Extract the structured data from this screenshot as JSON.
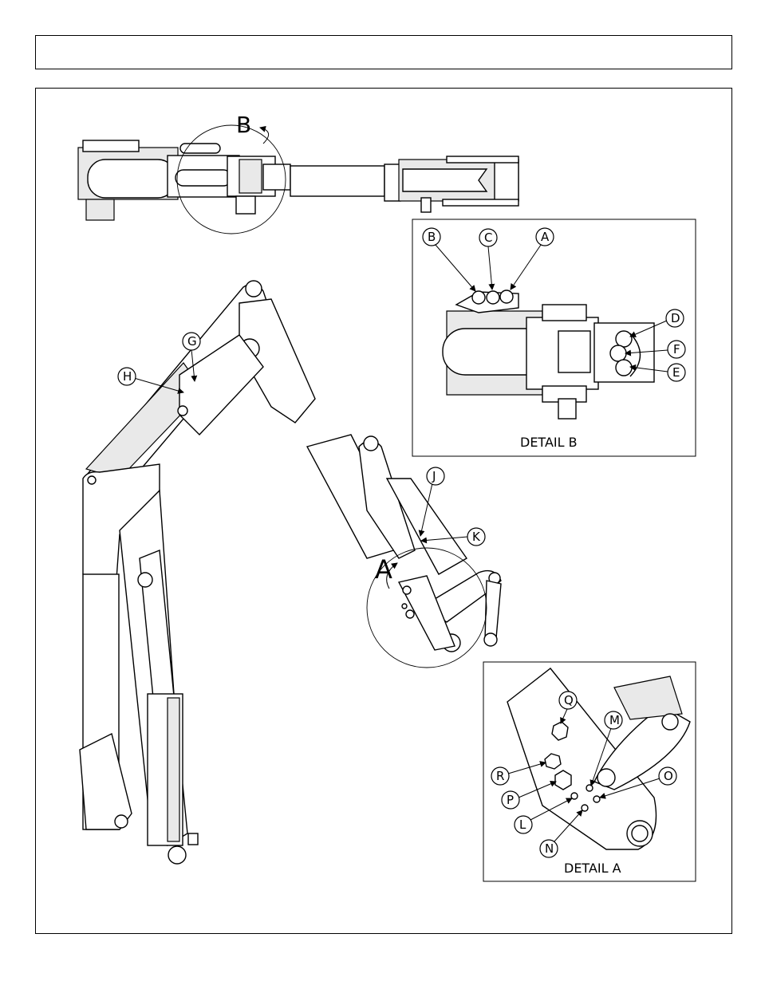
{
  "header": {
    "title": ""
  },
  "detail_b": {
    "title": "DETAIL B",
    "view_marker": "B",
    "callouts": [
      "B",
      "C",
      "A",
      "D",
      "F",
      "E"
    ]
  },
  "detail_a": {
    "title": "DETAIL A",
    "view_marker": "A",
    "callouts": [
      "Q",
      "M",
      "R",
      "O",
      "P",
      "L",
      "N"
    ]
  },
  "main_view": {
    "callouts": [
      "G",
      "H",
      "J",
      "K"
    ]
  }
}
